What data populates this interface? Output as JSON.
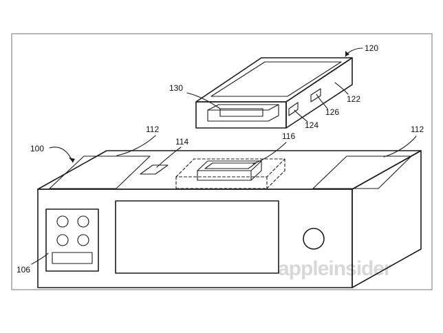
{
  "labels": {
    "device_dock": "100",
    "speaker_grille": "112",
    "connector": "114",
    "dock_cradle": "116",
    "portable_device": "120",
    "device_side": "122",
    "port_a": "124",
    "port_b": "126",
    "device_connector": "130",
    "control_panel": "106"
  },
  "watermark": "appleinsider"
}
